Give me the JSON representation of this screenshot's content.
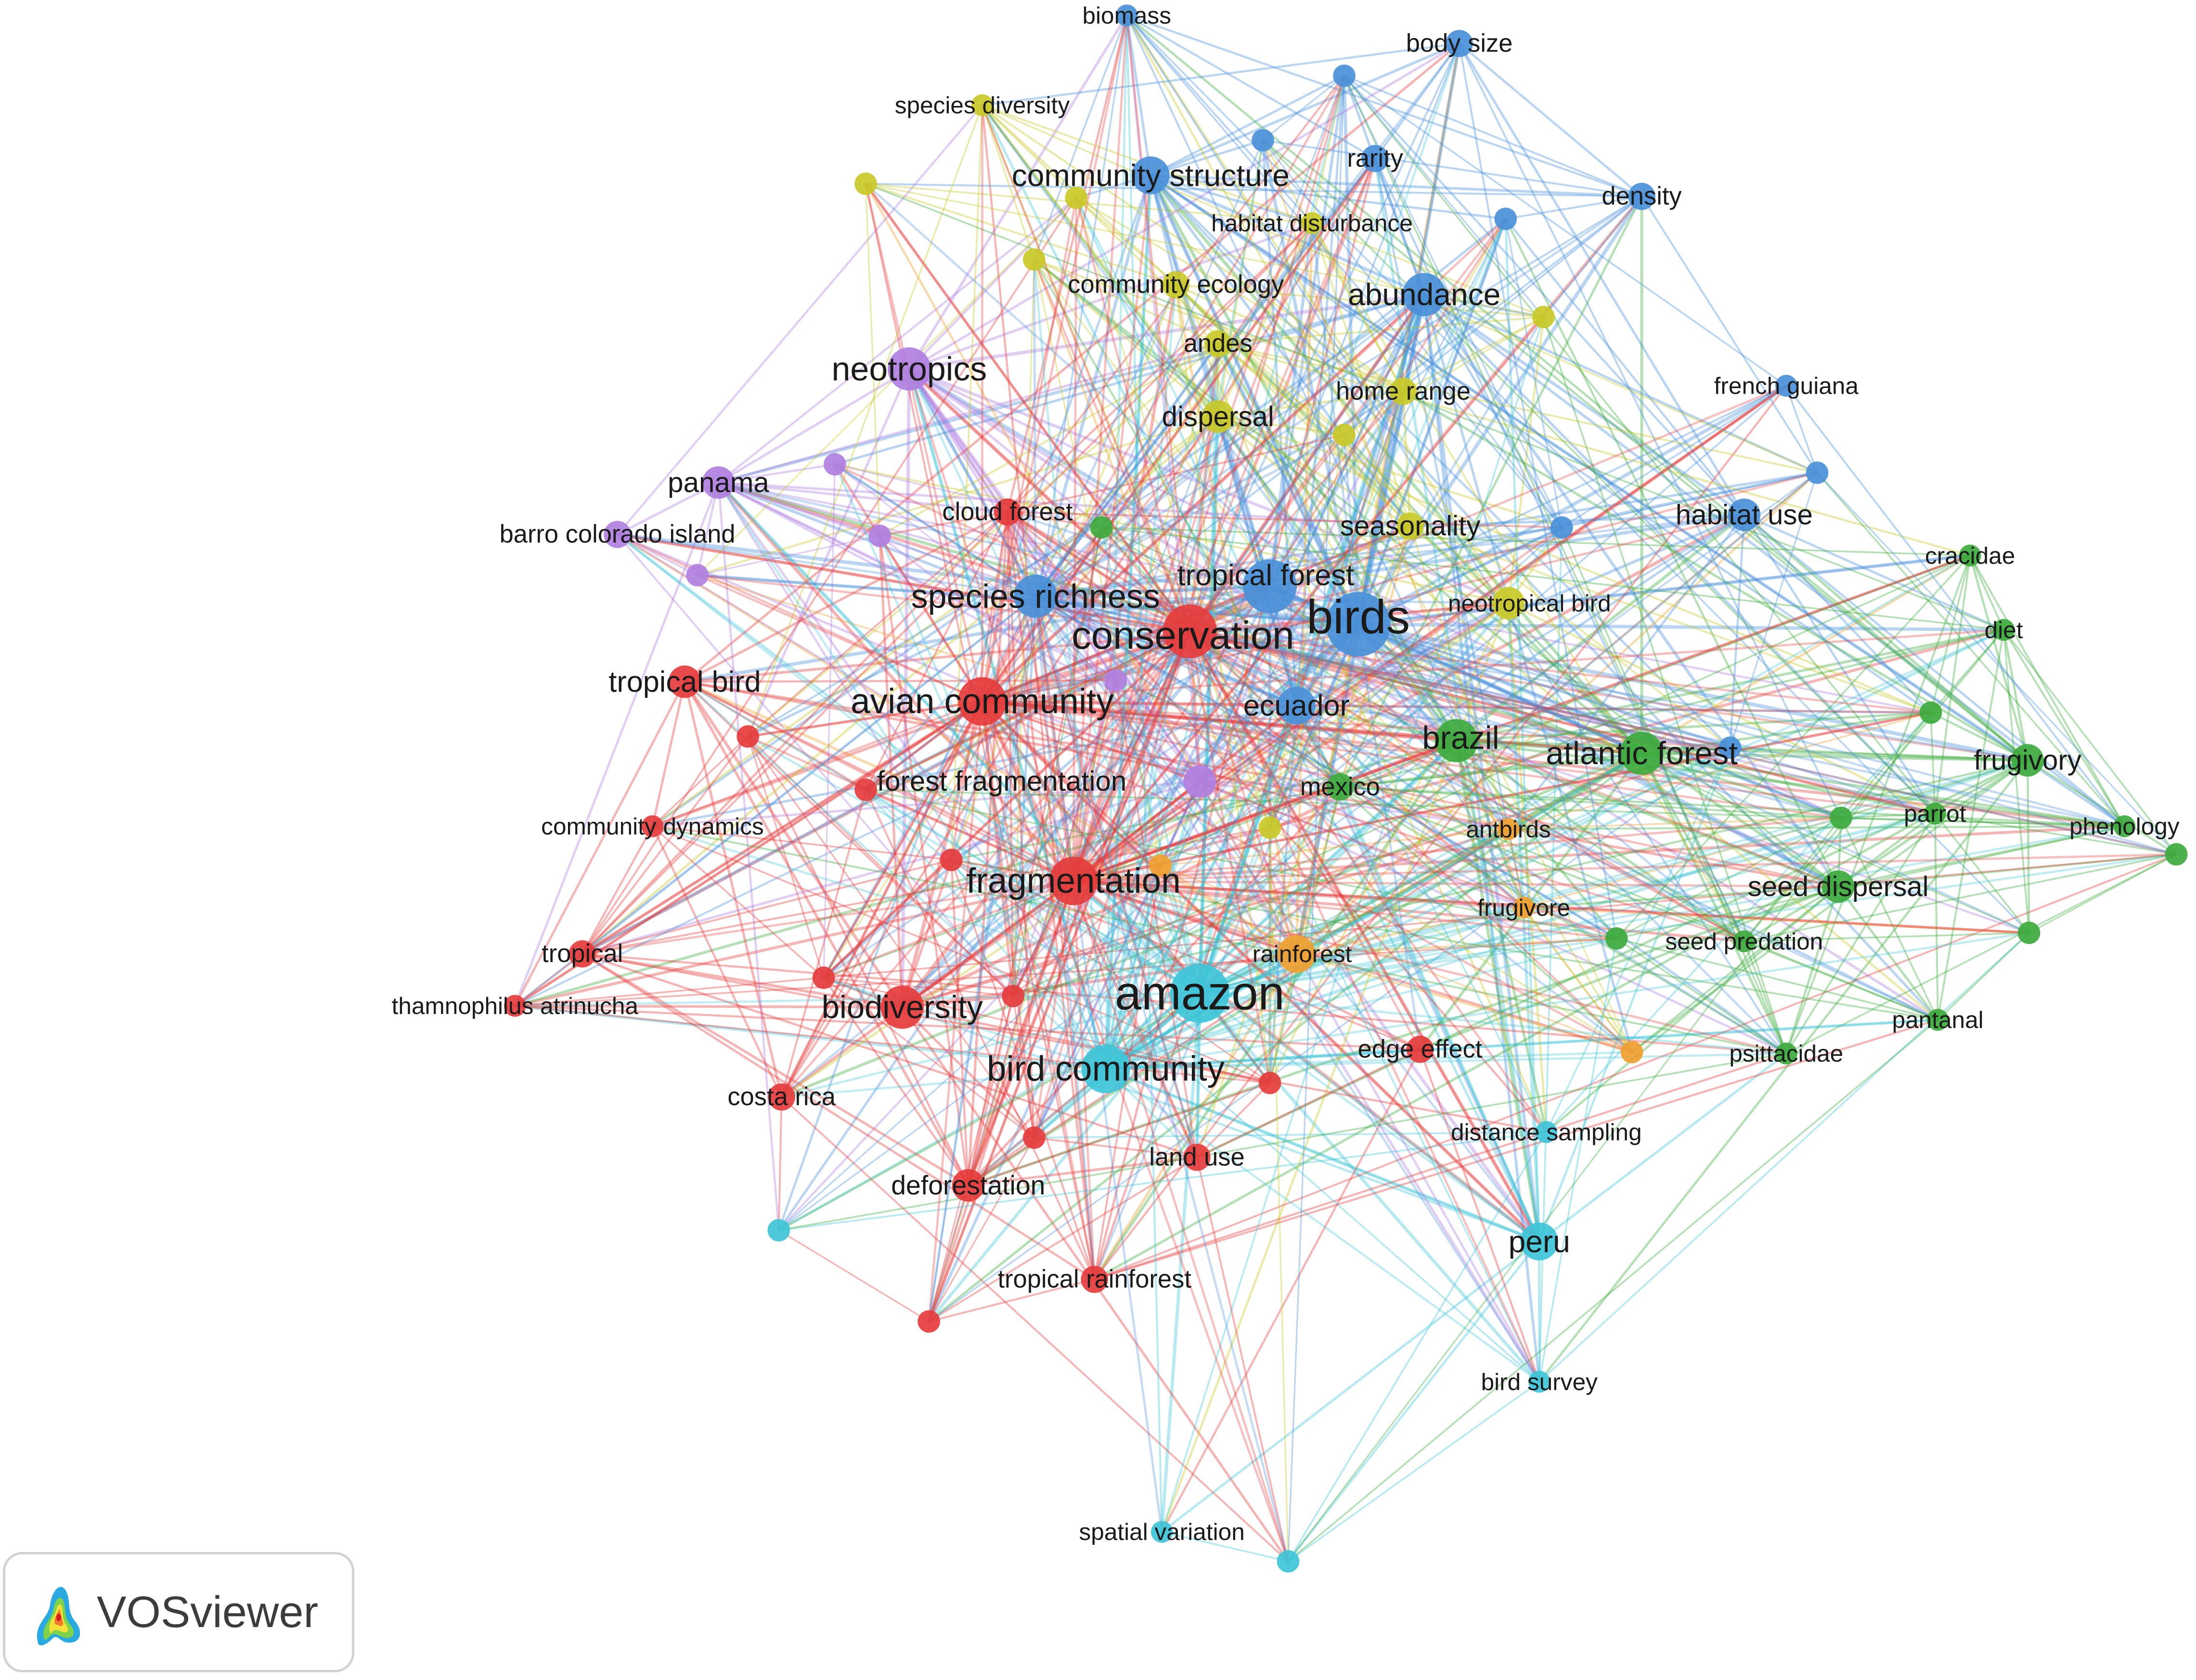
{
  "app": {
    "name": "VOSviewer"
  },
  "icons": {
    "badge_logo": "vosviewer-density-logo-icon"
  },
  "clusters": {
    "red": "#e53c3c",
    "blue": "#4a90d9",
    "green": "#3daa3d",
    "yellow": "#c9c928",
    "purple": "#b07fe0",
    "cyan": "#3fc4d8",
    "orange": "#f0a030"
  },
  "nodes": [
    {
      "id": "birds",
      "label": "birds",
      "cluster": "blue",
      "weight": 10
    },
    {
      "id": "amazon",
      "label": "amazon",
      "cluster": "cyan",
      "weight": 9
    },
    {
      "id": "conservation",
      "label": "conservation",
      "cluster": "red",
      "weight": 8
    },
    {
      "id": "tropical-forest",
      "label": "tropical forest",
      "cluster": "blue",
      "weight": 8
    },
    {
      "id": "fragmentation",
      "label": "fragmentation",
      "cluster": "red",
      "weight": 7
    },
    {
      "id": "avian-community",
      "label": "avian community",
      "cluster": "red",
      "weight": 7
    },
    {
      "id": "bird-community",
      "label": "bird community",
      "cluster": "cyan",
      "weight": 7
    },
    {
      "id": "species-richness",
      "label": "species richness",
      "cluster": "blue",
      "weight": 6
    },
    {
      "id": "neotropics",
      "label": "neotropics",
      "cluster": "purple",
      "weight": 6
    },
    {
      "id": "biodiversity",
      "label": "biodiversity",
      "cluster": "red",
      "weight": 6
    },
    {
      "id": "atlantic-forest",
      "label": "atlantic forest",
      "cluster": "green",
      "weight": 6
    },
    {
      "id": "brazil",
      "label": "brazil",
      "cluster": "green",
      "weight": 6
    },
    {
      "id": "abundance",
      "label": "abundance",
      "cluster": "blue",
      "weight": 6
    },
    {
      "id": "ecuador",
      "label": "ecuador",
      "cluster": "blue",
      "weight": 5
    },
    {
      "id": "rainforest",
      "label": "rainforest",
      "cluster": "orange",
      "weight": 5
    },
    {
      "id": "community-structure",
      "label": "community structure",
      "cluster": "blue",
      "weight": 5
    },
    {
      "id": "peru",
      "label": "peru",
      "cluster": "cyan",
      "weight": 5
    },
    {
      "id": "tropical-bird",
      "label": "tropical bird",
      "cluster": "red",
      "weight": 4
    },
    {
      "id": "forest-fragmentation",
      "label": "forest fragmentation",
      "cluster": "purple",
      "weight": 4
    },
    {
      "id": "seed-dispersal",
      "label": "seed dispersal",
      "cluster": "green",
      "weight": 4
    },
    {
      "id": "frugivory",
      "label": "frugivory",
      "cluster": "green",
      "weight": 4
    },
    {
      "id": "deforestation",
      "label": "deforestation",
      "cluster": "red",
      "weight": 4
    },
    {
      "id": "habitat-use",
      "label": "habitat use",
      "cluster": "blue",
      "weight": 4
    },
    {
      "id": "neotropical-bird",
      "label": "neotropical bird",
      "cluster": "yellow",
      "weight": 4
    },
    {
      "id": "dispersal",
      "label": "dispersal",
      "cluster": "yellow",
      "weight": 4
    },
    {
      "id": "panama",
      "label": "panama",
      "cluster": "purple",
      "weight": 4
    },
    {
      "id": "seasonality",
      "label": "seasonality",
      "cluster": "yellow",
      "weight": 3
    },
    {
      "id": "tropical",
      "label": "tropical",
      "cluster": "red",
      "weight": 3
    },
    {
      "id": "land-use",
      "label": "land use",
      "cluster": "red",
      "weight": 3
    },
    {
      "id": "edge-effect",
      "label": "edge effect",
      "cluster": "red",
      "weight": 3
    },
    {
      "id": "costa-rica",
      "label": "costa rica",
      "cluster": "red",
      "weight": 3
    },
    {
      "id": "tropical-rainforest",
      "label": "tropical rainforest",
      "cluster": "red",
      "weight": 3
    },
    {
      "id": "cloud-forest",
      "label": "cloud forest",
      "cluster": "red",
      "weight": 3
    },
    {
      "id": "mexico",
      "label": "mexico",
      "cluster": "green",
      "weight": 3
    },
    {
      "id": "home-range",
      "label": "home range",
      "cluster": "yellow",
      "weight": 3
    },
    {
      "id": "andes",
      "label": "andes",
      "cluster": "yellow",
      "weight": 3
    },
    {
      "id": "community-ecology",
      "label": "community ecology",
      "cluster": "yellow",
      "weight": 3
    },
    {
      "id": "density",
      "label": "density",
      "cluster": "blue",
      "weight": 3
    },
    {
      "id": "body-size",
      "label": "body size",
      "cluster": "blue",
      "weight": 3
    },
    {
      "id": "rarity",
      "label": "rarity",
      "cluster": "blue",
      "weight": 3
    },
    {
      "id": "barro-colorado-island",
      "label": "barro colorado island",
      "cluster": "purple",
      "weight": 3
    },
    {
      "id": "distance-sampling",
      "label": "distance sampling",
      "cluster": "cyan",
      "weight": 2
    },
    {
      "id": "bird-survey",
      "label": "bird survey",
      "cluster": "cyan",
      "weight": 2
    },
    {
      "id": "spatial-variation",
      "label": "spatial variation",
      "cluster": "cyan",
      "weight": 2
    },
    {
      "id": "biomass",
      "label": "biomass",
      "cluster": "blue",
      "weight": 2
    },
    {
      "id": "species-diversity",
      "label": "species diversity",
      "cluster": "yellow",
      "weight": 2
    },
    {
      "id": "habitat-disturbance",
      "label": "habitat disturbance",
      "cluster": "yellow",
      "weight": 2
    },
    {
      "id": "french-guiana",
      "label": "french guiana",
      "cluster": "blue",
      "weight": 2
    },
    {
      "id": "cracidae",
      "label": "cracidae",
      "cluster": "green",
      "weight": 2
    },
    {
      "id": "diet",
      "label": "diet",
      "cluster": "green",
      "weight": 2
    },
    {
      "id": "parrot",
      "label": "parrot",
      "cluster": "green",
      "weight": 2
    },
    {
      "id": "phenology",
      "label": "phenology",
      "cluster": "green",
      "weight": 2
    },
    {
      "id": "pantanal",
      "label": "pantanal",
      "cluster": "green",
      "weight": 2
    },
    {
      "id": "psittacidae",
      "label": "psittacidae",
      "cluster": "green",
      "weight": 2
    },
    {
      "id": "seed-predation",
      "label": "seed predation",
      "cluster": "green",
      "weight": 2
    },
    {
      "id": "frugivore",
      "label": "frugivore",
      "cluster": "orange",
      "weight": 2
    },
    {
      "id": "antbirds",
      "label": "antbirds",
      "cluster": "orange",
      "weight": 2
    },
    {
      "id": "community-dynamics",
      "label": "community dynamics",
      "cluster": "red",
      "weight": 2
    },
    {
      "id": "thamnophilus-atrinucha",
      "label": "thamnophilus atrinucha",
      "cluster": "red",
      "weight": 2
    }
  ]
}
